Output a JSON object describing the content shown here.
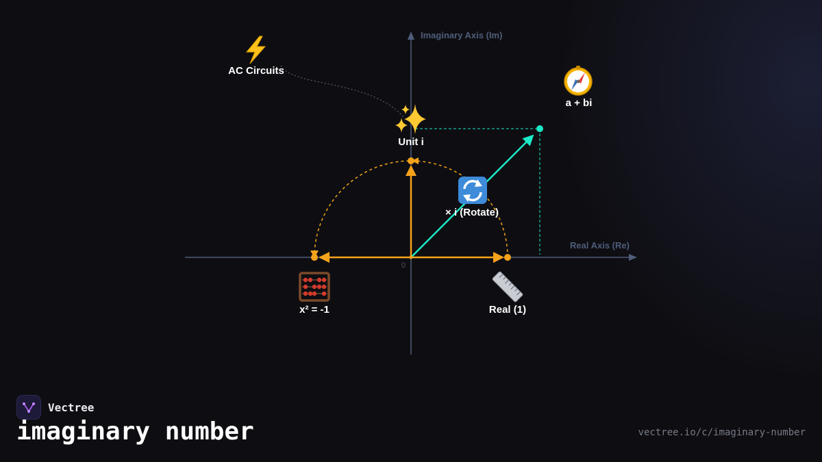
{
  "axes": {
    "real_label": "Real Axis (Re)",
    "imag_label": "Imaginary Axis (Im)",
    "origin_label": "0"
  },
  "nodes": {
    "ac_circuits": {
      "icon": "lightning-icon",
      "label": "AC Circuits"
    },
    "unit_i": {
      "icon": "sparkles-icon",
      "label": "Unit i"
    },
    "a_plus_bi": {
      "icon": "compass-icon",
      "label": "a + bi"
    },
    "rotate": {
      "icon": "rotate-arrows-icon",
      "label": "× i (Rotate)"
    },
    "x_squared": {
      "icon": "abacus-icon",
      "label": "x² = -1"
    },
    "real_one": {
      "icon": "ruler-icon",
      "label": "Real (1)"
    }
  },
  "colors": {
    "background": "#0e0e12",
    "axis": "#4f5d7a",
    "unit_vector": "#f5a31a",
    "complex_vector": "#1de9c6",
    "brand_accent": "#a259e6"
  },
  "brand": {
    "name": "Vectree",
    "logo_icon": "vectree-logo-icon"
  },
  "page": {
    "title": "imaginary number",
    "url": "vectree.io/c/imaginary-number"
  }
}
